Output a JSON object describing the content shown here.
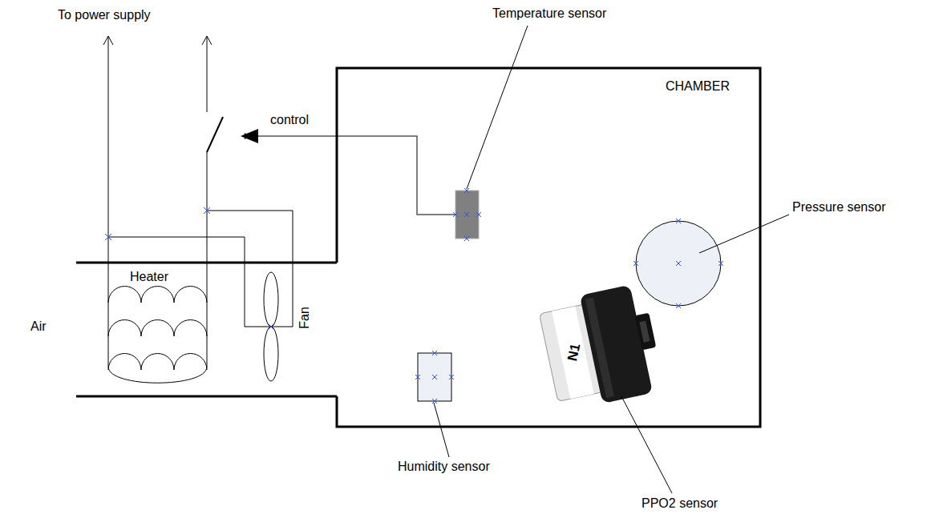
{
  "diagram": {
    "nodes": [
      {
        "text": [
          "CHAMBER"
        ]
      }
    ],
    "labels": [
      "To power supply",
      "control",
      "Heater",
      "Air",
      "Fan",
      "Temperature sensor",
      "N1",
      "Pressure sensor",
      "Humidity sensor",
      "PPO2 sensor"
    ]
  }
}
